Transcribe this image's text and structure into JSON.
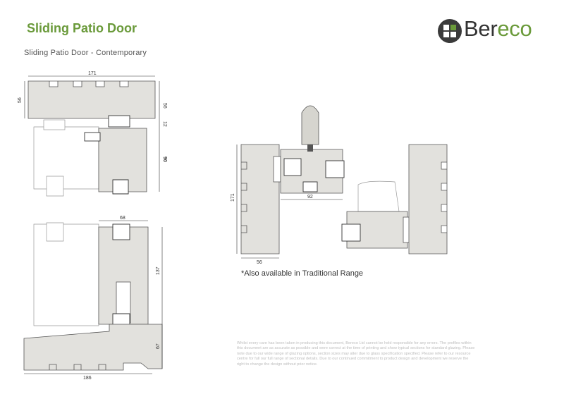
{
  "header": {
    "title": "Sliding Patio Door",
    "subtitle": "Sliding Patio Door - Contemporary"
  },
  "logo": {
    "text_part1": "Ber",
    "text_part2": "eco",
    "icon": "window-pane-icon"
  },
  "drawing_left": {
    "dims": {
      "top_width": "171",
      "top_left_height": "56",
      "top_right_height": "56",
      "small_right": "12",
      "mid_right": "90",
      "sash_width": "68",
      "sash_height": "137",
      "cill_height": "67",
      "bottom_width": "186"
    }
  },
  "drawing_right": {
    "dims": {
      "frame_height": "171",
      "sash_width": "92",
      "frame_width": "56"
    }
  },
  "note": "*Also available in Traditional Range",
  "disclaimer": "Whilst every care has been taken in producing this document, Bereco Ltd cannot be held responsible for any errors. The profiles within this document are as accurate as possible and were correct at the time of printing and show typical sections for standard glazing. Please note due to our wide range of glazing options, section sizes may alter due to glass specification specified. Please refer to our resource centre for full our full range of sectional details. Due to our continued commitment to product design and development we reserve the right to change the design without prior notice.",
  "colors": {
    "brand_green": "#6a9a3a",
    "profile_fill": "#e2e1dd",
    "outline": "#555555"
  }
}
